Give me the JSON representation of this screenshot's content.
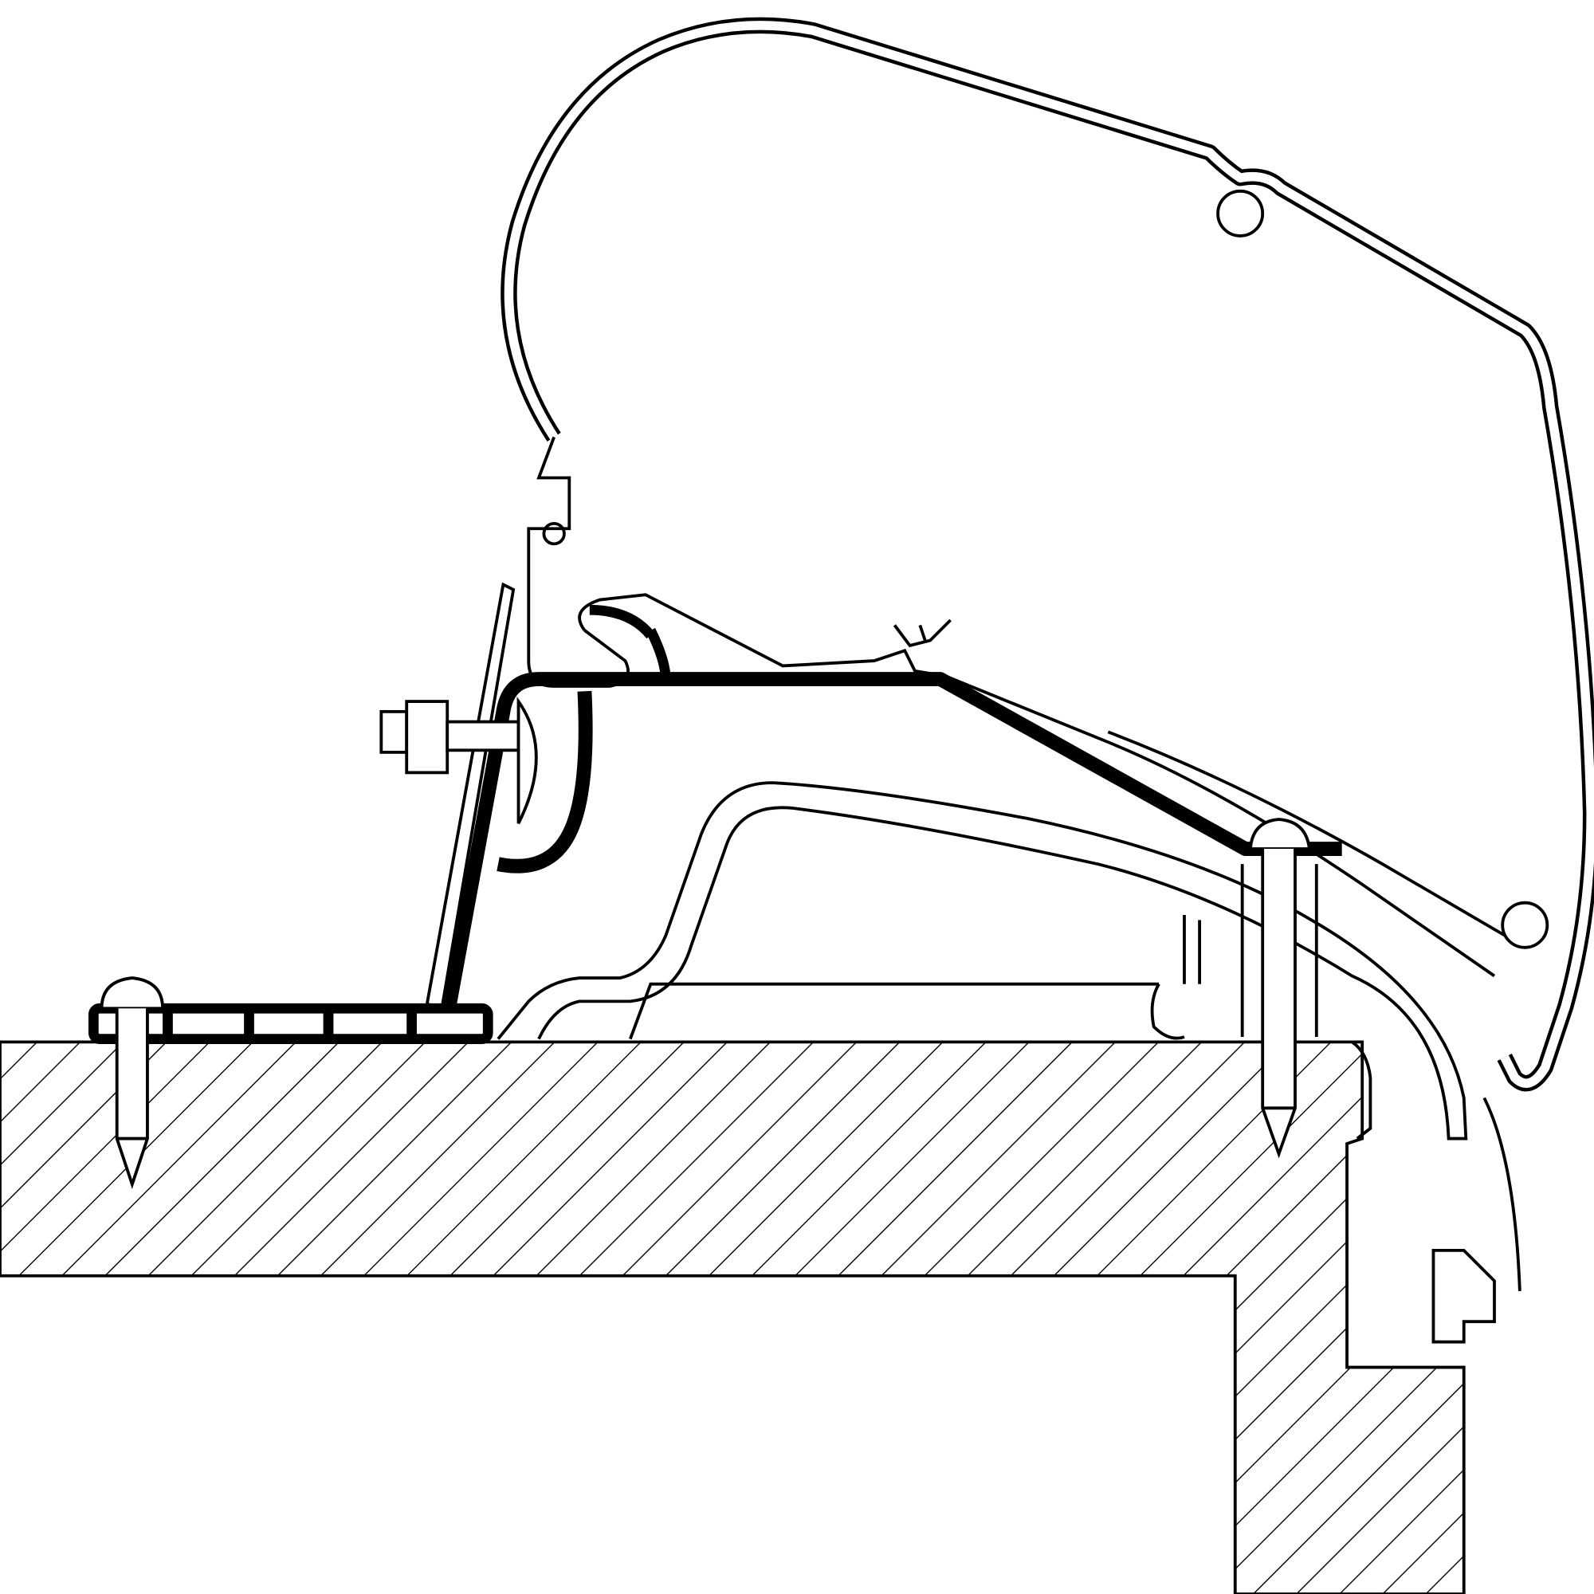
{
  "diagram": {
    "colors": {
      "line": "#000000",
      "background": "#ffffff",
      "bracket": "#000000"
    },
    "parts": [
      "awning-casing",
      "adapter-bracket",
      "roof-rail-profile",
      "roof-section",
      "base-plate",
      "wood-screw-left",
      "wood-screw-right",
      "hex-bolt"
    ]
  }
}
